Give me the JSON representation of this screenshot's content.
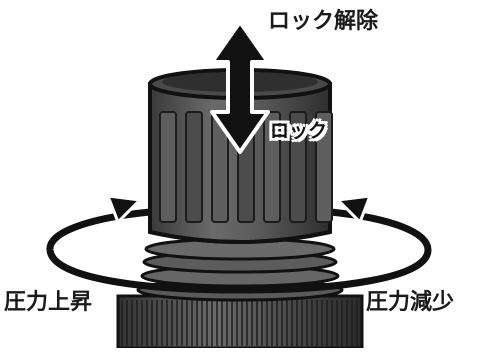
{
  "labels": {
    "unlock": "ロック解除",
    "lock": "ロック",
    "pressure_up": "圧力上昇",
    "pressure_down": "圧力減少"
  },
  "icons": {
    "vertical_arrow": "double-headed-vertical-arrow-icon",
    "rotation_arrow": "rotation-ellipse-arrow-icon"
  },
  "colors": {
    "knob_dark": "#3a3a3a",
    "knob_mid": "#5a5a5a",
    "knob_light": "#7a7a7a",
    "outline": "#111111",
    "background": "#ffffff"
  }
}
